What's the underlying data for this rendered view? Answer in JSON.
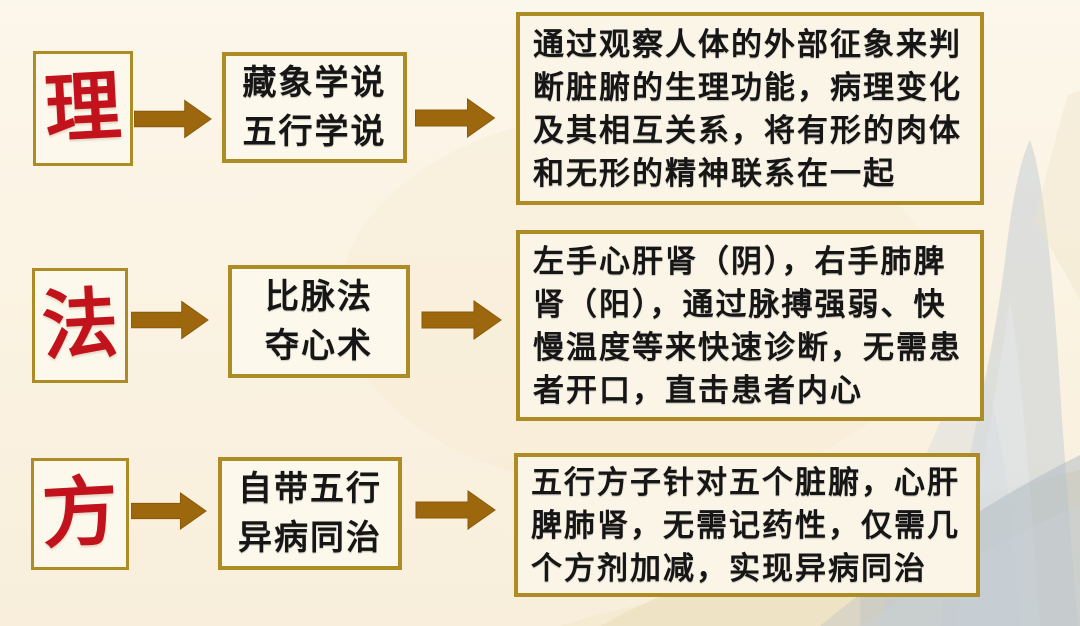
{
  "colors": {
    "gold": "#AE8C25",
    "arrow": "#9D670E",
    "red": "#C2121B",
    "text": "#161616",
    "page-bg": "#FBF3E3",
    "box-bg": "#FCF8EC"
  },
  "icons": {
    "arrow": "block-arrow-right",
    "background_art": "ink-wash-mountain-landscape"
  },
  "rows": [
    {
      "label": "理",
      "method_lines": [
        "藏象学说",
        "五行学说"
      ],
      "desc": "通过观察人体的外部征象来判断脏腑的生理功能，病理变化及其相互关系，将有形的肉体和无形的精神联系在一起"
    },
    {
      "label": "法",
      "method_lines": [
        "比脉法",
        "夺心术"
      ],
      "desc": "左手心肝肾（阴），右手肺脾肾（阳），通过脉搏强弱、快慢温度等来快速诊断，无需患者开口，直击患者内心"
    },
    {
      "label": "方",
      "method_lines": [
        "自带五行",
        "异病同治"
      ],
      "desc": "五行方子针对五个脏腑，心肝脾肺肾，无需记药性，仅需几个方剂加减，实现异病同治"
    }
  ]
}
